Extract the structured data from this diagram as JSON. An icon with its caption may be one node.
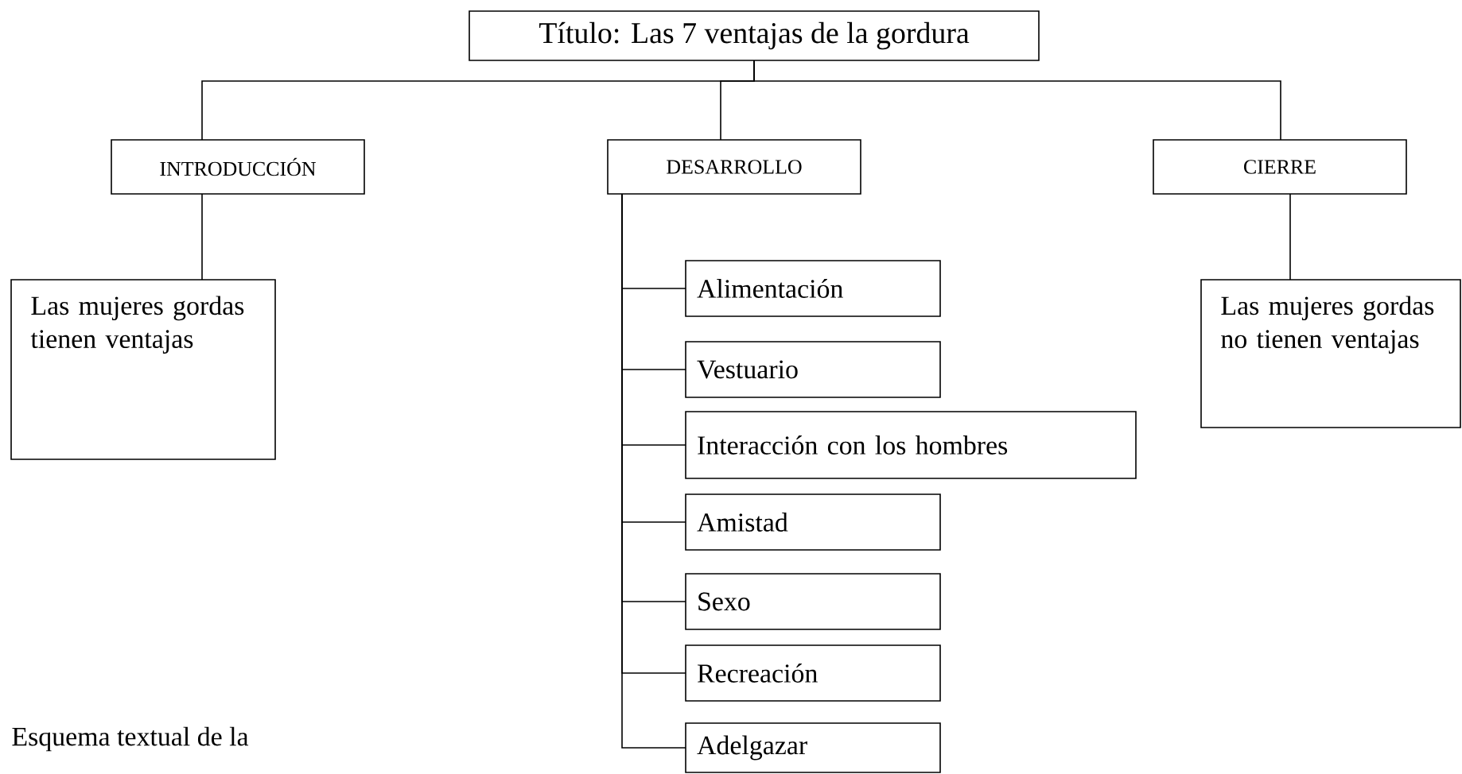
{
  "diagram": {
    "nodes": [
      {
        "text": [
          "Título: Las 7 ventajas de la gordura"
        ]
      },
      {
        "text": [
          "INTRODUCCIÓN"
        ]
      },
      {
        "text": [
          "DESARROLLO"
        ]
      },
      {
        "text": [
          "CIERRE"
        ]
      },
      {
        "text": [
          "Las mujeres gordas tienen ventajas"
        ]
      },
      {
        "text": [
          "Alimentación"
        ]
      },
      {
        "text": [
          "Vestuario"
        ]
      },
      {
        "text": [
          "Interacción con los hombres"
        ]
      },
      {
        "text": [
          "Amistad"
        ]
      },
      {
        "text": [
          "Sexo"
        ]
      },
      {
        "text": [
          "Recreación"
        ]
      },
      {
        "text": [
          "Adelgazar"
        ]
      },
      {
        "text": [
          "Las mujeres gordas no tienen ventajas"
        ]
      }
    ],
    "edges": [
      {
        "from": 0,
        "to": 1,
        "arrow": "none"
      },
      {
        "from": 0,
        "to": 2,
        "arrow": "none"
      },
      {
        "from": 0,
        "to": 3,
        "arrow": "none"
      },
      {
        "from": 1,
        "to": 4,
        "arrow": "none"
      },
      {
        "from": 2,
        "to": 5,
        "arrow": "none"
      },
      {
        "from": 2,
        "to": 6,
        "arrow": "none"
      },
      {
        "from": 2,
        "to": 7,
        "arrow": "none"
      },
      {
        "from": 2,
        "to": 8,
        "arrow": "none"
      },
      {
        "from": 2,
        "to": 9,
        "arrow": "none"
      },
      {
        "from": 2,
        "to": 10,
        "arrow": "none"
      },
      {
        "from": 2,
        "to": 11,
        "arrow": "none"
      },
      {
        "from": 3,
        "to": 12,
        "arrow": "none"
      }
    ],
    "labels": [
      "Esquema textual de la"
    ]
  }
}
